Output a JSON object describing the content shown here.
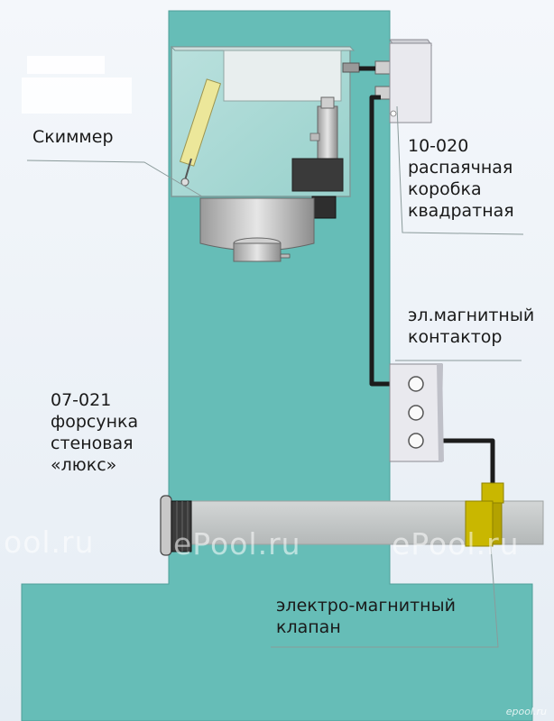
{
  "colors": {
    "wall": "#66bdb7",
    "wall_edge": "#4e9f99",
    "pipe": "#c4c8c8",
    "cable": "#1c1c1c",
    "valve": "#c9b700",
    "box": "#e9e9ee"
  },
  "labels": {
    "skimmer": "Скиммер",
    "junction_box": "10-020\nраспаячная\nкоробка\nквадратная",
    "contactor": "эл.магнитный\nконтактор",
    "nozzle": "07-021\nфорсунка\nстеновая\n«люкс»",
    "valve": "электро-магнитный\nклапан"
  },
  "watermarks": [
    "ool.ru",
    "ePool.ru",
    "ePool.ru"
  ],
  "logo": "epool.ru"
}
